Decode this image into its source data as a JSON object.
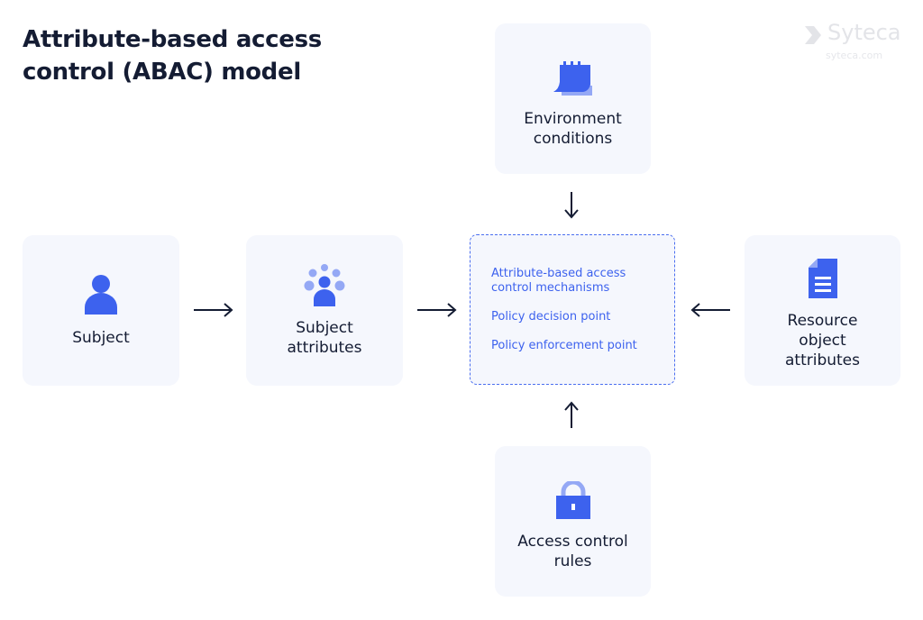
{
  "title": "Attribute-based access control (ABAC) model",
  "logo": {
    "name": "Syteca",
    "url": "syteca.com",
    "icon": "chevron-right-badge-icon"
  },
  "colors": {
    "accent": "#3d62ee",
    "accent_light": "#94a8f5",
    "card_bg": "#f5f7fd",
    "text_dark": "#141c33"
  },
  "nodes": {
    "subject": {
      "label": "Subject",
      "icon": "user-icon"
    },
    "subject_attributes": {
      "label": "Subject attributes",
      "icon": "user-group-icon"
    },
    "environment": {
      "label": "Environment conditions",
      "icon": "calendar-icon"
    },
    "resource": {
      "label": "Resource object attributes",
      "icon": "document-icon"
    },
    "rules": {
      "label": "Access control rules",
      "icon": "lock-icon"
    },
    "center": {
      "items": [
        "Attribute-based access control mechanisms",
        "Policy decision point",
        "Policy enforcement point"
      ]
    }
  },
  "edges": [
    {
      "from": "subject",
      "to": "subject_attributes",
      "direction": "right"
    },
    {
      "from": "subject_attributes",
      "to": "center",
      "direction": "right"
    },
    {
      "from": "environment",
      "to": "center",
      "direction": "down"
    },
    {
      "from": "resource",
      "to": "center",
      "direction": "left"
    },
    {
      "from": "rules",
      "to": "center",
      "direction": "up"
    }
  ]
}
